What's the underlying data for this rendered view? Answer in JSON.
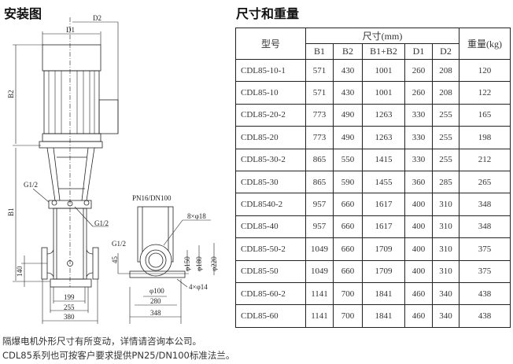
{
  "install_title": "安装图",
  "table_title": "尺寸和重量",
  "drawing_labels": {
    "d1": "D1",
    "d2": "D2",
    "b1": "B1",
    "b2": "B2",
    "g1": "G1/2",
    "g2": "G1/2",
    "g3": "G1/2",
    "h140": "140",
    "w199": "199",
    "w255": "255",
    "w380": "380",
    "flange": "PN16/DN100",
    "bolts": "8×φ18",
    "phi150": "φ150",
    "phi180": "φ180",
    "phi220": "φ220",
    "h45": "45",
    "phi100": "φ100",
    "w280": "280",
    "w348": "348",
    "feet": "4×φ14"
  },
  "table": {
    "model_header": "型号",
    "dims_header": "尺寸(mm)",
    "weight_header": "重量(kg)",
    "sub_headers": [
      "B1",
      "B2",
      "B1+B2",
      "D1",
      "D2"
    ],
    "rows": [
      [
        "CDL85-10-1",
        "571",
        "430",
        "1001",
        "260",
        "208",
        "120"
      ],
      [
        "CDL85-10",
        "571",
        "430",
        "1001",
        "260",
        "208",
        "122"
      ],
      [
        "CDL85-20-2",
        "773",
        "490",
        "1263",
        "330",
        "255",
        "165"
      ],
      [
        "CDL85-20",
        "773",
        "490",
        "1263",
        "330",
        "255",
        "198"
      ],
      [
        "CDL85-30-2",
        "865",
        "550",
        "1415",
        "330",
        "255",
        "212"
      ],
      [
        "CDL85-30",
        "865",
        "590",
        "1455",
        "360",
        "285",
        "265"
      ],
      [
        "CDL8540-2",
        "957",
        "660",
        "1617",
        "400",
        "310",
        "348"
      ],
      [
        "CDL85-40",
        "957",
        "660",
        "1617",
        "400",
        "310",
        "348"
      ],
      [
        "CDL85-50-2",
        "1049",
        "660",
        "1709",
        "400",
        "310",
        "375"
      ],
      [
        "CDL85-50",
        "1049",
        "660",
        "1709",
        "400",
        "310",
        "375"
      ],
      [
        "CDL85-60-2",
        "1141",
        "700",
        "1841",
        "460",
        "340",
        "438"
      ],
      [
        "CDL85-60",
        "1141",
        "700",
        "1841",
        "460",
        "340",
        "438"
      ]
    ]
  },
  "notes": [
    "隔爆电机外形尺寸有所变动，详情请咨询本公司。",
    "CDL85系列也可按客户要求提供PN25/DN100标准法兰。"
  ]
}
